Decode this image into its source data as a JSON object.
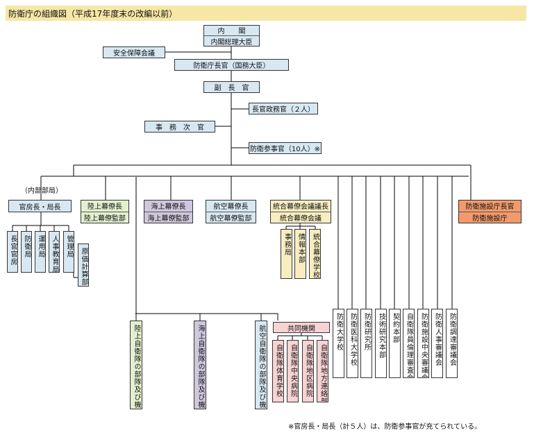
{
  "title": "防衛庁の組織図（平成17年度末の改編以前）",
  "nodes": {
    "cabinet": "内　　閣",
    "pm": "内閣総理大臣",
    "security_council": "安全保障会議",
    "director_general": "防衛庁長官（国務大臣）",
    "vice_minister": "副　長　官",
    "parl_secretary": "長官政務官（２人）",
    "admin_vice": "事　務　次　官",
    "councilor": "防衛参事官（10人）※",
    "internal_bureaus_label": "（内部部局）",
    "bureau_head": "官房長・局長",
    "bureaus": [
      "長官官房",
      "防衛局",
      "運用局",
      "人事教育局",
      "管理局"
    ],
    "accounting": "原価計算部",
    "gsdf_chief": "陸上幕僚長",
    "gsdf_staff": "陸上幕僚監部",
    "msdf_chief": "海上幕僚長",
    "msdf_staff": "海上幕僚監部",
    "asdf_chief": "航空幕僚長",
    "asdf_staff": "航空幕僚監部",
    "joint_chief": "統合幕僚会議議長",
    "joint_council": "統合幕僚会議",
    "joint_sub": [
      "事務局",
      "情報本部",
      "統合幕僚学校"
    ],
    "facilities_head": "防衛施設庁長官",
    "facilities_agency": "防衛施設庁",
    "gsdf_units": "陸上自衛隊の部隊及び機関",
    "msdf_units": "海上自衛隊の部隊及び機関",
    "asdf_units": "航空自衛隊の部隊及び機関",
    "joint_orgs_title": "共同機関",
    "joint_orgs": [
      "自衛隊体育学校",
      "自衛隊中央病院",
      "自衛隊地区病院",
      "自衛隊地方連絡部"
    ],
    "institutions": [
      "防衛大学校",
      "防衛医科大学校",
      "防衛研究所",
      "技術研究本部",
      "契約本部",
      "自衛隊員倫理審査会",
      "防衛施設中央審議会",
      "防衛人事審議会",
      "防衛調達審議会"
    ]
  },
  "footnote": "※官房長・局長（計５人）は、防衛参事官が充てられている。",
  "colors": {
    "title_bg": "#f6e7a6",
    "blue": "#d7e8f2",
    "green": "#e3f0cf",
    "purple": "#cfc7dd",
    "yellow": "#f8edc0",
    "orange": "#f39a6c",
    "pink": "#f7d3d3"
  }
}
